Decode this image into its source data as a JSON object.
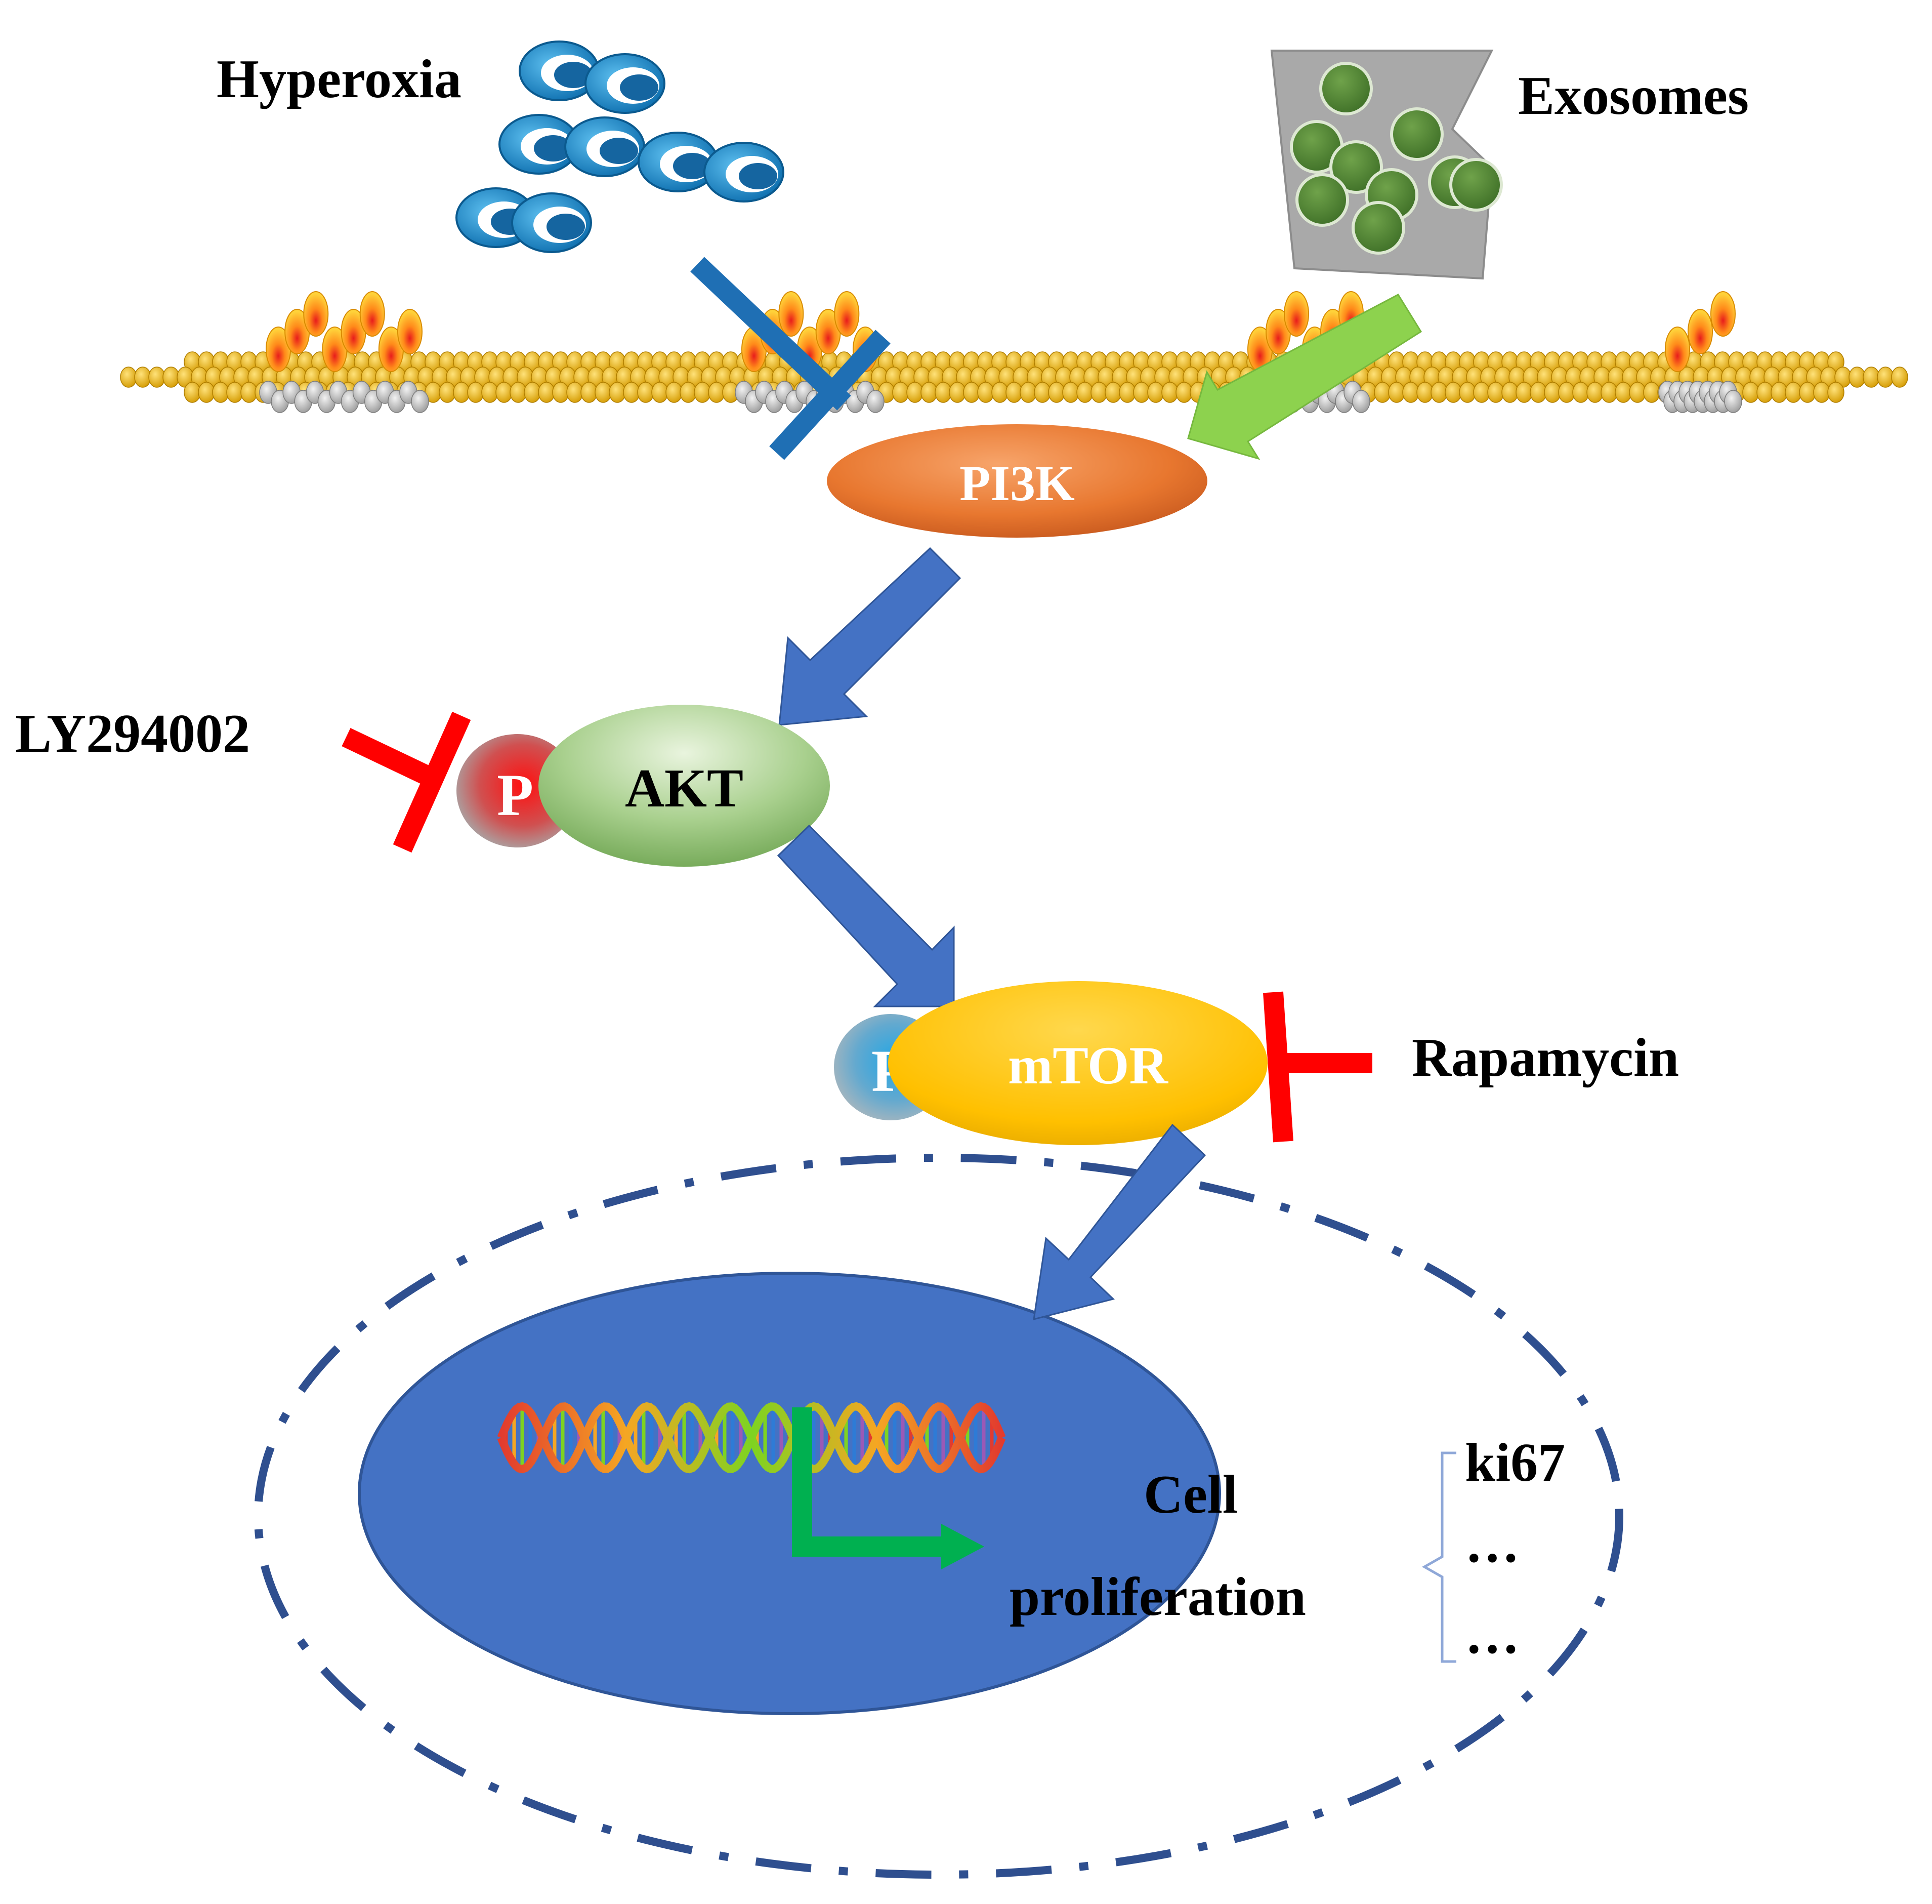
{
  "labels": {
    "hyperoxia": "Hyperoxia",
    "exosomes": "Exosomes",
    "inhibitor_akt": "LY294002",
    "inhibitor_mtor": "Rapamycin",
    "outcome_line1": "Cell",
    "outcome_line2": "proliferation"
  },
  "nodes": {
    "pi3k": "PI3K",
    "akt": "AKT",
    "mtor": "mTOR",
    "phospho_akt": "P",
    "phospho_mtor": "P"
  },
  "markers": [
    "ki67",
    "…",
    "…"
  ],
  "colors": {
    "activation_arrow": "#4472C4",
    "exosome_arrow": "#8DD24E",
    "hyperoxia_inhibit": "#1F6FB4",
    "drug_inhibit": "#FF0000",
    "pi3k": "#E06A2A",
    "akt": "#8DBB74",
    "mtor": "#FFC000",
    "nucleus": "#4472C4",
    "cell_border": "#2F4F8F",
    "transcription_arrow": "#00B050",
    "exosome_vesicle": "#548235"
  },
  "icons": [
    "oxygen-molecule-icon",
    "exosome-vesicle-icon",
    "membrane-icon",
    "dna-helix-icon"
  ]
}
